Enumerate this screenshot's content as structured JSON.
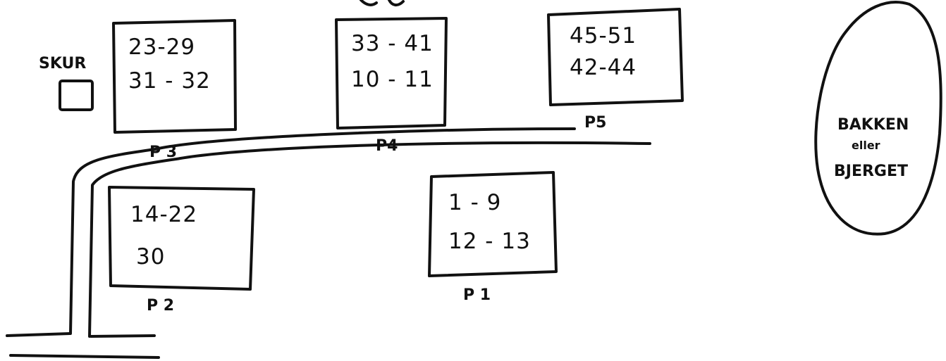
{
  "map": {
    "shed": {
      "label": "SKUR"
    },
    "buildings": [
      {
        "label": "P 3",
        "line1": "23-29",
        "line2": "31 - 32"
      },
      {
        "label": "P4",
        "line1": "33 - 41",
        "line2": "10 - 11"
      },
      {
        "label": "P5",
        "line1": "45-51",
        "line2": "42-44"
      },
      {
        "label": "P 2",
        "line1": "14-22",
        "line2": "30"
      },
      {
        "label": "P 1",
        "line1": "1 - 9",
        "line2": "12 - 13"
      }
    ],
    "hill": {
      "line1": "BAKKEN",
      "line2": "eller",
      "line3": "BJERGET"
    },
    "colors": {
      "ink": "#111111",
      "paper": "#ffffff"
    }
  }
}
